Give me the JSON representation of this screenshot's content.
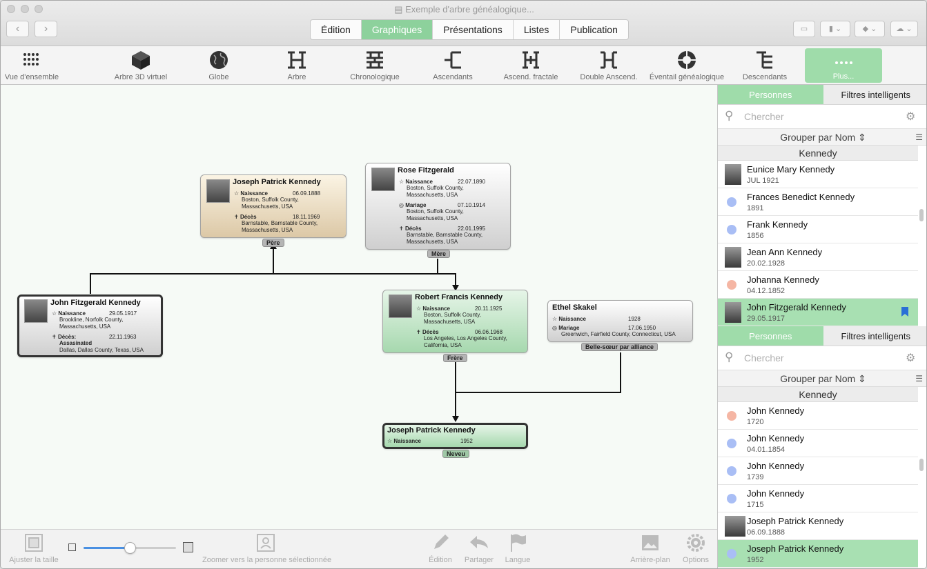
{
  "window": {
    "title": "Exemple d'arbre généalogique..."
  },
  "tabs": [
    {
      "label": "Édition",
      "active": false
    },
    {
      "label": "Graphiques",
      "active": true
    },
    {
      "label": "Présentations",
      "active": false
    },
    {
      "label": "Listes",
      "active": false
    },
    {
      "label": "Publication",
      "active": false
    }
  ],
  "toolbar": {
    "items": [
      {
        "label": "Vue d'ensemble",
        "icon": "grid-icon"
      },
      {
        "label": "Arbre 3D virtuel",
        "icon": "cube-icon"
      },
      {
        "label": "Globe",
        "icon": "globe-icon"
      },
      {
        "label": "Arbre",
        "icon": "tree-icon"
      },
      {
        "label": "Chronologique",
        "icon": "timeline-icon"
      },
      {
        "label": "Ascendants",
        "icon": "ancestors-icon"
      },
      {
        "label": "Ascend. fractale",
        "icon": "fractal-icon"
      },
      {
        "label": "Double Anscend.",
        "icon": "double-ancestors-icon"
      },
      {
        "label": "Éventail généalogique",
        "icon": "fan-chart-icon"
      },
      {
        "label": "Descendants",
        "icon": "descendants-icon"
      },
      {
        "label": "Plus...",
        "icon": "more-icon"
      }
    ]
  },
  "chart": {
    "father": {
      "name": "Joseph Patrick Kennedy",
      "birth_label": "Naissance",
      "birth_date": "06.09.1888",
      "birth_place": [
        "Boston, Suffolk County,",
        "Massachusetts, USA"
      ],
      "death_label": "Décès",
      "death_date": "18.11.1969",
      "death_place": [
        "Barnstable, Barnstable County,",
        "Massachusetts, USA"
      ],
      "relation": "Père"
    },
    "mother": {
      "name": "Rose Fitzgerald",
      "birth_label": "Naissance",
      "birth_date": "22.07.1890",
      "birth_place": [
        "Boston, Suffolk County,",
        "Massachusetts, USA"
      ],
      "marriage_label": "Mariage",
      "marriage_date": "07.10.1914",
      "marriage_place": [
        "Boston, Suffolk County,",
        "Massachusetts, USA"
      ],
      "death_label": "Décès",
      "death_date": "22.01.1995",
      "death_place": [
        "Barnstable, Barnstable County,",
        "Massachusetts, USA"
      ],
      "relation": "Mère"
    },
    "focus": {
      "name": "John Fitzgerald Kennedy",
      "birth_label": "Naissance",
      "birth_date": "29.05.1917",
      "birth_place": [
        "Brookline, Norfolk County,",
        "Massachusetts, USA"
      ],
      "death_label": "Décès:",
      "death_date": "22.11.1963",
      "death_note": "Assasinated",
      "death_place": [
        "Dallas, Dallas County, Texas, USA"
      ]
    },
    "brother": {
      "name": "Robert Francis Kennedy",
      "birth_label": "Naissance",
      "birth_date": "20.11.1925",
      "birth_place": [
        "Boston, Suffolk County,",
        "Massachusetts, USA"
      ],
      "death_label": "Décès",
      "death_date": "06.06.1968",
      "death_place": [
        "Los Angeles, Los Angeles County,",
        "California, USA"
      ],
      "relation": "Frère"
    },
    "sister_in_law": {
      "name": "Ethel Skakel",
      "birth_label": "Naissance",
      "birth_date": "1928",
      "marriage_label": "Mariage",
      "marriage_date": "17.06.1950",
      "marriage_place": [
        "Greenwich, Fairfield County, Connecticut, USA"
      ],
      "relation": "Belle-sœur par alliance"
    },
    "nephew": {
      "name": "Joseph Patrick Kennedy",
      "birth_label": "Naissance",
      "birth_date": "1952",
      "relation": "Neveu"
    }
  },
  "bottom": {
    "fit_label": "Ajuster la taille",
    "zoom_level": 0.5,
    "zoom_person_label": "Zoomer vers la personne sélectionnée",
    "edit_label": "Édition",
    "share_label": "Partager",
    "language_label": "Langue",
    "background_label": "Arrière-plan",
    "options_label": "Options"
  },
  "sidebar": {
    "panel1": {
      "tab_persons": "Personnes",
      "tab_filters": "Filtres intelligents",
      "search_placeholder": "Chercher",
      "group_label": "Grouper par Nom ⇕",
      "section": "Kennedy",
      "items": [
        {
          "name": "Eunice Mary Kennedy",
          "date": "JUL 1921",
          "avatar": "photo",
          "selected": false
        },
        {
          "name": "Frances Benedict Kennedy",
          "date": "1891",
          "avatar": "blue",
          "selected": false
        },
        {
          "name": "Frank Kennedy",
          "date": "1856",
          "avatar": "blue",
          "selected": false
        },
        {
          "name": "Jean Ann Kennedy",
          "date": "20.02.1928",
          "avatar": "photo",
          "selected": false
        },
        {
          "name": "Johanna Kennedy",
          "date": "04.12.1852",
          "avatar": "pink",
          "selected": false
        },
        {
          "name": "John Fitzgerald Kennedy",
          "date": "29.05.1917",
          "avatar": "photo",
          "selected": true
        }
      ]
    },
    "panel2": {
      "tab_persons": "Personnes",
      "tab_filters": "Filtres intelligents",
      "search_placeholder": "Chercher",
      "group_label": "Grouper par Nom ⇕",
      "section": "Kennedy",
      "items": [
        {
          "name": "John Kennedy",
          "date": "1720",
          "avatar": "pink",
          "selected": false
        },
        {
          "name": "John Kennedy",
          "date": "04.01.1854",
          "avatar": "blue",
          "selected": false
        },
        {
          "name": "John Kennedy",
          "date": "1739",
          "avatar": "blue",
          "selected": false
        },
        {
          "name": "John Kennedy",
          "date": "1715",
          "avatar": "blue",
          "selected": false
        },
        {
          "name": "Joseph Patrick Kennedy",
          "date": "06.09.1888",
          "avatar": "photo",
          "selected": false
        },
        {
          "name": "Joseph Patrick Kennedy",
          "date": "1952",
          "avatar": "blue",
          "selected": true
        }
      ]
    }
  },
  "colors": {
    "accent": "#8dd19c",
    "father_card": "#eadcc0",
    "green_card": "#bfe4c5",
    "avatar_blue": "#a9bef5",
    "avatar_pink": "#f5b6a4"
  }
}
